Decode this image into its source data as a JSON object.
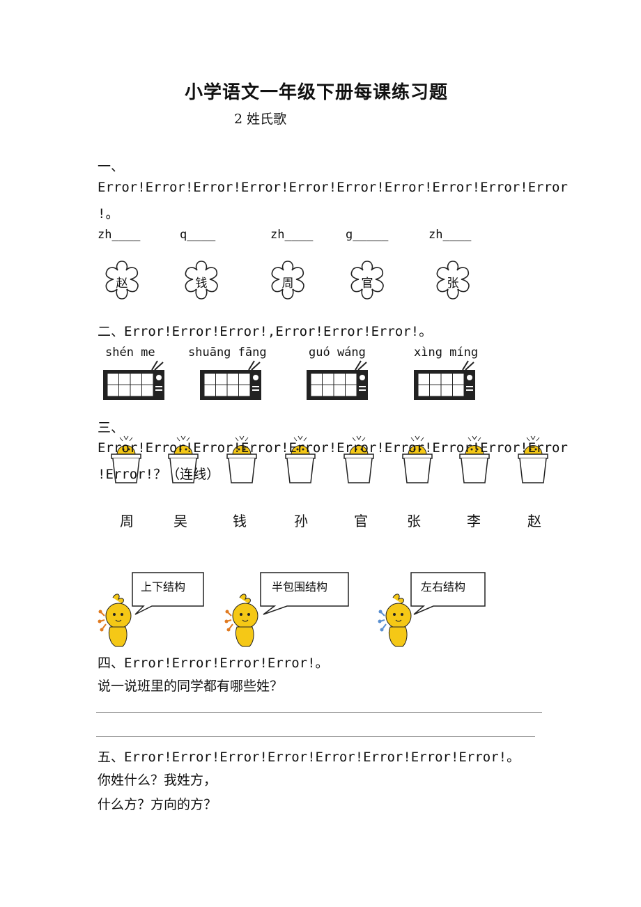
{
  "title": "小学语文一年级下册每课练习题",
  "lesson": "2 姓氏歌",
  "sec1": {
    "heading": "一、",
    "line1": "Error!Error!Error!Error!Error!Error!Error!Error!Error!Error",
    "line2": "!。",
    "pinyin": [
      "zh____",
      "q____",
      "zh____",
      "g_____",
      "zh____"
    ],
    "chars": [
      "赵",
      "钱",
      "周",
      "官",
      "张"
    ]
  },
  "sec2": {
    "heading": "二、Error!Error!Error!,Error!Error!Error!。",
    "pinyin": [
      "shén me",
      "shuāng fāng",
      "guó wáng",
      "xìng míng"
    ]
  },
  "sec3": {
    "heading": "三、",
    "line1": "Error!Error!Error!Error!Error!Error!Error!Error!Error!Error",
    "line2": "!Error!？（连线）",
    "surnames": [
      "周",
      "吴",
      "钱",
      "孙",
      "官",
      "张",
      "李",
      "赵"
    ],
    "structures": [
      "上下结构",
      "半包围结构",
      "左右结构"
    ]
  },
  "sec4": {
    "heading": "四、Error!Error!Error!Error!。",
    "prompt": "说一说班里的同学都有哪些姓？"
  },
  "sec5": {
    "heading": "五、Error!Error!Error!Error!Error!Error!Error!Error!。",
    "line1": "你姓什么？我姓方，",
    "line2": "什么方？方向的方？"
  },
  "colors": {
    "mascot": "#f5c816",
    "outline": "#222222"
  }
}
